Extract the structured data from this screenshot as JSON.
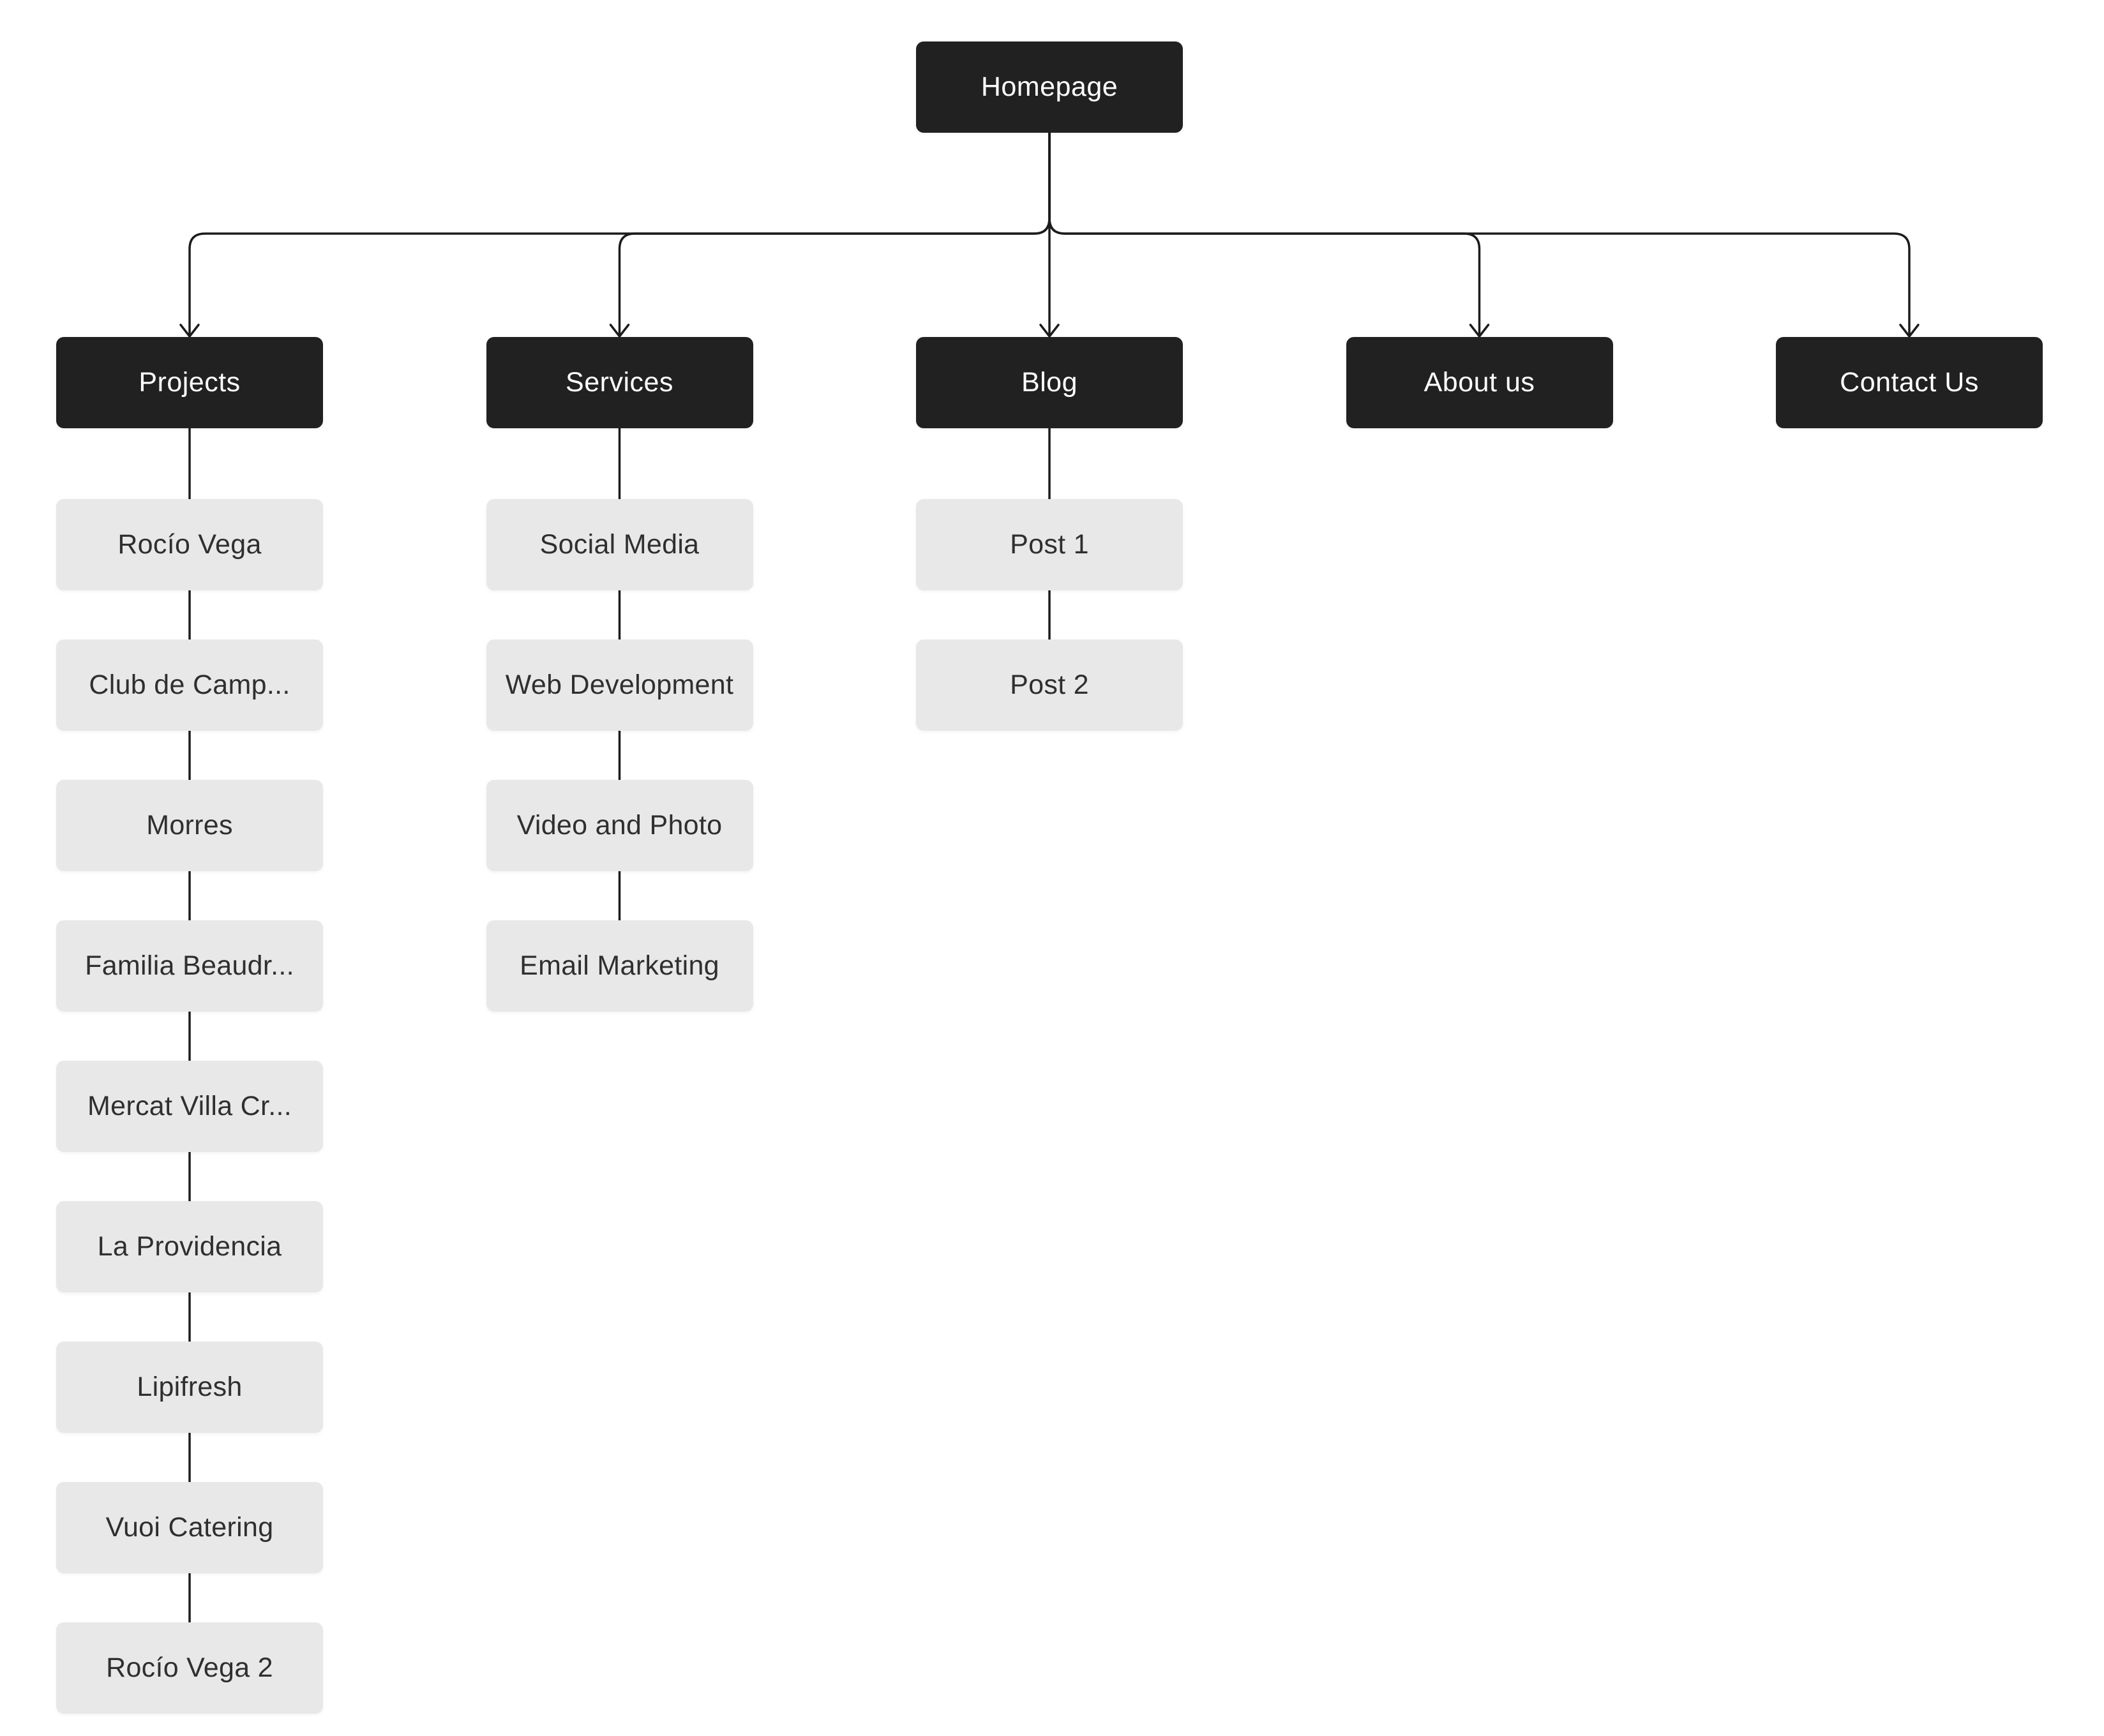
{
  "root": {
    "label": "Homepage"
  },
  "sections": [
    {
      "label": "Projects",
      "children": [
        {
          "label": "Rocío Vega"
        },
        {
          "label": "Club de Camp..."
        },
        {
          "label": "Morres"
        },
        {
          "label": "Familia Beaudr..."
        },
        {
          "label": "Mercat Villa Cr..."
        },
        {
          "label": "La Providencia"
        },
        {
          "label": "Lipifresh"
        },
        {
          "label": "Vuoi Catering"
        },
        {
          "label": "Rocío Vega 2"
        }
      ]
    },
    {
      "label": "Services",
      "children": [
        {
          "label": "Social Media"
        },
        {
          "label": "Web Development"
        },
        {
          "label": "Video and Photo"
        },
        {
          "label": "Email Marketing"
        }
      ]
    },
    {
      "label": "Blog",
      "children": [
        {
          "label": "Post 1"
        },
        {
          "label": "Post 2"
        }
      ]
    },
    {
      "label": "About us",
      "children": []
    },
    {
      "label": "Contact Us",
      "children": []
    }
  ],
  "colors": {
    "canvas_bg": "#ffffff",
    "primary_node_bg": "#212121",
    "primary_node_text": "#ffffff",
    "child_node_bg": "#e8e8e8",
    "child_node_text": "#2f2f2f",
    "connector": "#1c1c1c"
  }
}
